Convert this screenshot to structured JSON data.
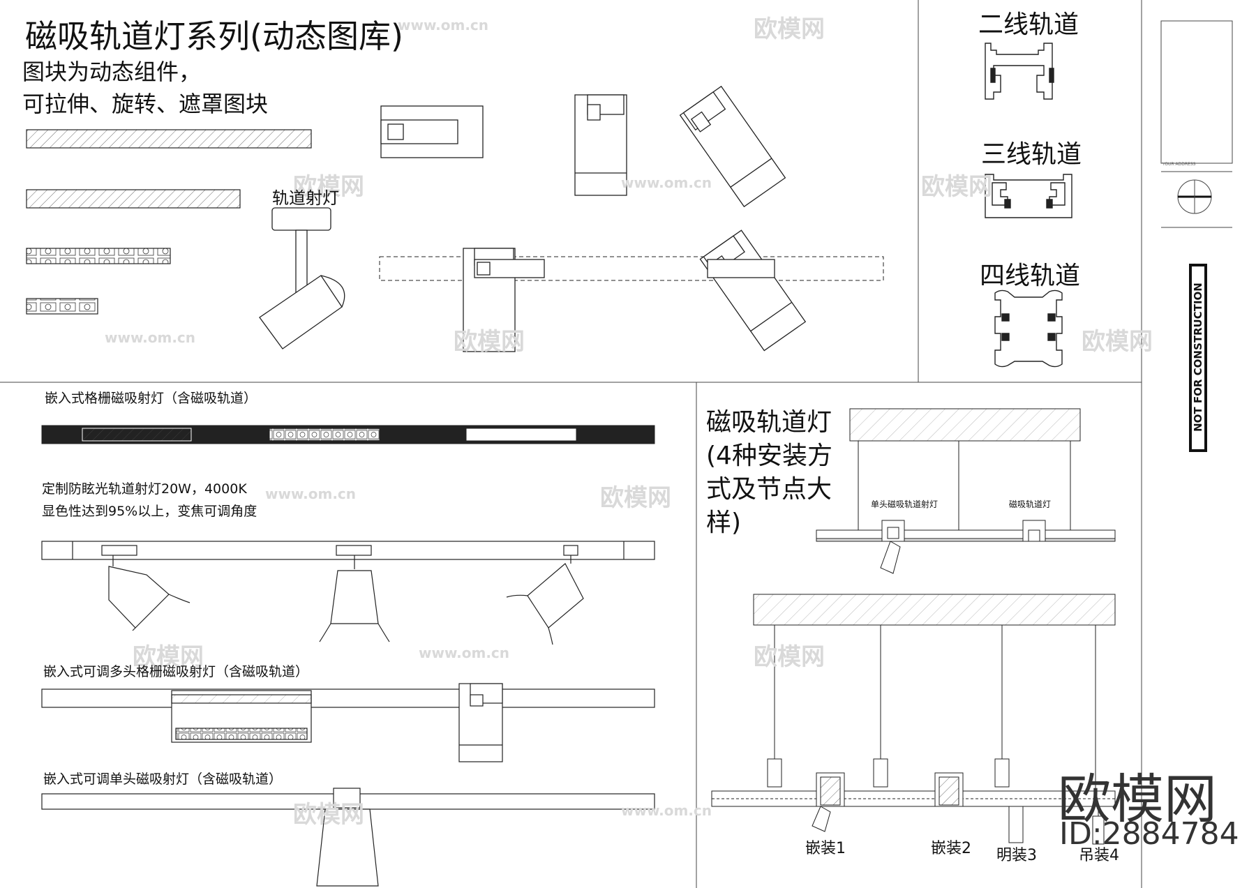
{
  "title": "磁吸轨道灯系列(动态图库)",
  "subtitle_lines": [
    "图块为动态组件，",
    "可拉伸、旋转、遮罩图块"
  ],
  "labels": {
    "track_spotlight": "轨道射灯",
    "two_wire": "二线轨道",
    "three_wire": "三线轨道",
    "four_wire": "四线轨道",
    "not_for_construction": "NOT FOR CONSTRUCTION",
    "grille_spot": "嵌入式格栅磁吸射灯（含磁吸轨道）",
    "custom_spec_1": "定制防眩光轨道射灯20W，4000K",
    "custom_spec_2": "显色性达到95%以上，变焦可调角度",
    "multi_head": "嵌入式可调多头格栅磁吸射灯（含磁吸轨道）",
    "single_head": "嵌入式可调单头磁吸射灯（含磁吸轨道）",
    "install_title_lines": [
      "磁吸轨道灯",
      "(4种安装方",
      "式及节点大",
      "样)"
    ],
    "single_head_track_spot": "单头磁吸轨道射灯",
    "magnetic_track_light": "磁吸轨道灯",
    "install_1": "嵌装1",
    "install_2": "嵌装2",
    "install_3": "明装3",
    "install_4": "吊装4",
    "address_text": "YOUR ADDRESS"
  },
  "watermark": {
    "brand": "欧模网",
    "url": "www.om.cn",
    "id": "ID:2884784"
  },
  "colors": {
    "line": "#222222",
    "fill_dark": "#222222",
    "watermark": "#d9d9d9"
  }
}
